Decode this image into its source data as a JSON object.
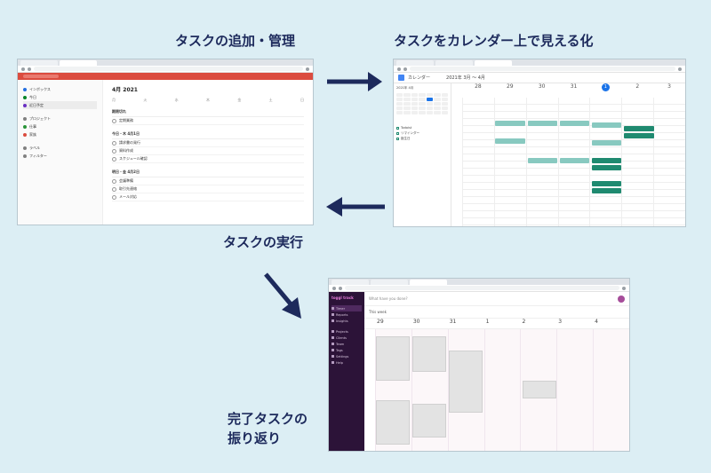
{
  "labels": {
    "add_manage": "タスクの追加・管理",
    "calendar_visualize": "タスクをカレンダー上で見える化",
    "execute": "タスクの実行",
    "review": "完了タスクの\n振り返り"
  },
  "todoist": {
    "month": "4月 2021",
    "days": [
      "月",
      "火",
      "水",
      "木",
      "金",
      "土",
      "日"
    ],
    "sidebar": [
      "インボックス",
      "今日",
      "近日予定",
      "プロジェクト",
      "仕事",
      "家族",
      "ラベル",
      "フィルター"
    ],
    "sections": [
      "期限切れ",
      "今日・木 4月1日",
      "明日・金 4月2日"
    ],
    "tasks": [
      "定期業務",
      "請求書の発行",
      "資料作成",
      "スケジュール確認",
      "会議準備",
      "取引先連絡",
      "メール対応"
    ]
  },
  "gcal": {
    "app_name": "カレンダー",
    "range": "2021年 3月 ～ 4月",
    "days": [
      "28",
      "29",
      "30",
      "31",
      "1",
      "2",
      "3"
    ],
    "today_index": 4,
    "mini_month": "2021年 4月",
    "calendars": [
      "Todoist",
      "リマインダー",
      "誕生日"
    ]
  },
  "toggl": {
    "logo": "toggl track",
    "prompt": "What have you done?",
    "week": "This week",
    "days": [
      "29",
      "30",
      "31",
      "1",
      "2",
      "3",
      "4"
    ],
    "sidebar": [
      "Timer",
      "Reports",
      "Insights",
      "Projects",
      "Clients",
      "Team",
      "Tags",
      "Settings",
      "Help"
    ],
    "accent": "#a64d9a"
  }
}
